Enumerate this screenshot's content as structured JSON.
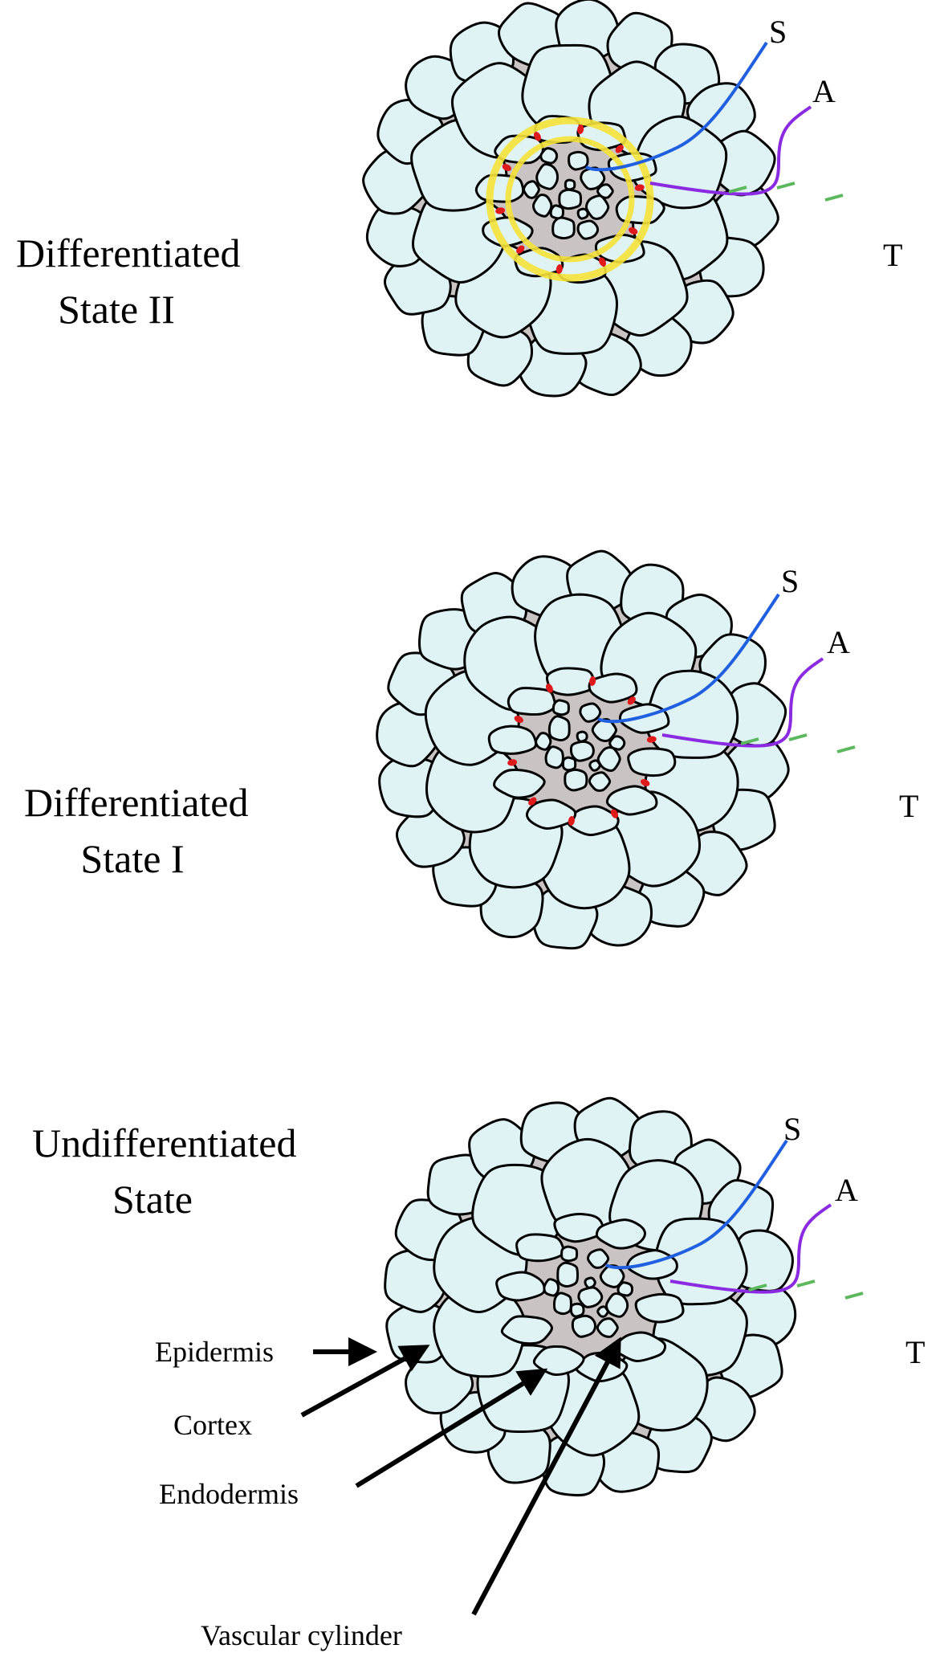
{
  "panels": [
    {
      "id": "differentiated-state-2",
      "title": "Differentiated\nState II",
      "bands": [
        "casparian",
        "suberin"
      ],
      "pathway_labels": [
        "S",
        "A",
        "T"
      ]
    },
    {
      "id": "differentiated-state-1",
      "title": "Differentiated\nState I",
      "bands": [
        "casparian"
      ],
      "pathway_labels": [
        "S",
        "A",
        "T"
      ]
    },
    {
      "id": "undifferentiated-state",
      "title": "Undifferentiated\nState",
      "bands": [],
      "pathway_labels": [
        "S",
        "A",
        "T"
      ]
    }
  ],
  "tissue_labels": {
    "epidermis": "Epidermis",
    "cortex": "Cortex",
    "endodermis": "Endodermis",
    "vascular_cylinder": "Vascular cylinder"
  },
  "colors": {
    "cell_fill": "#dff3f5",
    "cell_stroke": "#000000",
    "intercellular_space": "#c9c3c3",
    "symplastic_path": "#1f5fe0",
    "apoplastic_path": "#8a2be2",
    "transmembrane_path": "#5cb85c",
    "casparian_strip": "#e01a1a",
    "suberin_lamella": "#f5e23a"
  }
}
